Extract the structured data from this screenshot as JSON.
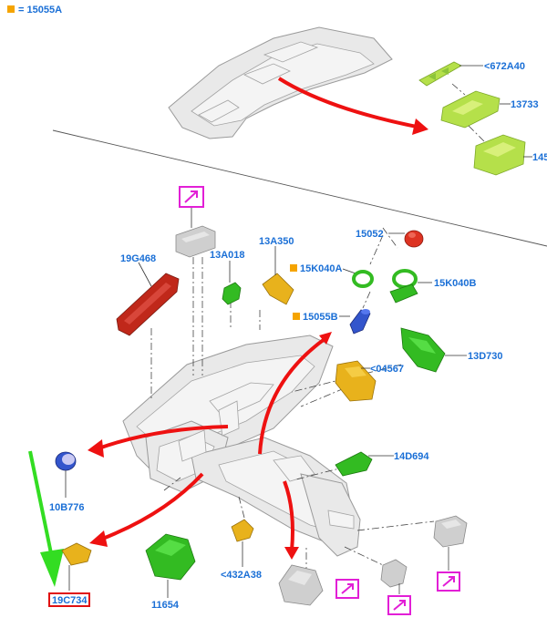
{
  "legend": {
    "text": "= 15055A",
    "marker_color": "#f5a400"
  },
  "labels": {
    "p672A40": "<672A40",
    "p13733": "13733",
    "p145": "145",
    "p15052": "15052",
    "p15K040A": "15K040A",
    "p15K040B": "15K040B",
    "p15055B": "15055B",
    "p13D730": "13D730",
    "p04567": "<04567",
    "p14D694": "14D694",
    "p19G468": "19G468",
    "p13A018": "13A018",
    "p13A350": "13A350",
    "p10B776": "10B776",
    "p19C734": "19C734",
    "p11654": "11654",
    "p432A38": "<432A38"
  },
  "colors": {
    "label": "#1a6fd6",
    "arrow_red": "#ee1111",
    "arrow_green": "#33dd22",
    "link_box": "#e21fd6",
    "highlight_box": "#e01010",
    "marker_orange": "#f5a400",
    "part_green": "#33bb22",
    "part_lime": "#b5e04a",
    "part_yellow": "#e8b21c",
    "part_red": "#c0281a",
    "part_blue": "#3355cc",
    "part_grey": "#cfcfcf"
  },
  "icons": {
    "link": "arrow-link-icon",
    "marker": "square-marker-icon"
  }
}
